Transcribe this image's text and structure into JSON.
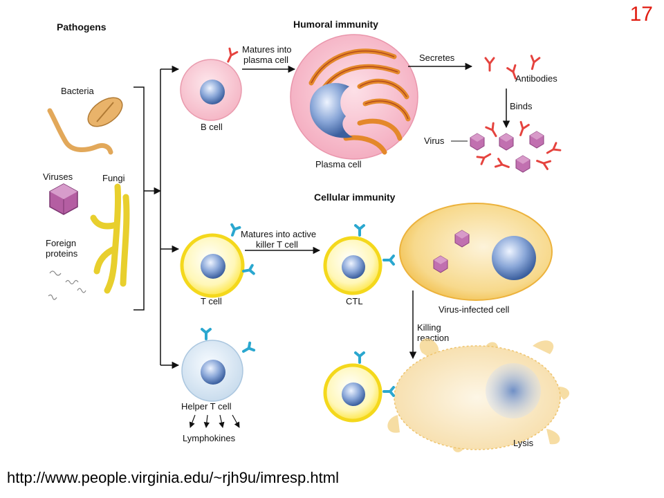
{
  "slide_number": "17",
  "source_url": "http://www.people.virginia.edu/~rjh9u/imresp.html",
  "colors": {
    "slide_number": "#e11d12",
    "b_cell_fill": "#f8c9d3",
    "t_cell_fill": "#fff27a",
    "t_cell_ring": "#f4d81c",
    "helper_fill": "#dbe9f4",
    "nucleus": "#6f8fc6",
    "receptor": "#2aa7cf",
    "er_fill": "#e4882a",
    "virus": "#c170b0",
    "antibody": "#e5433e",
    "infected_fill": "#f7cf70",
    "fungi": "#ecd43a"
  },
  "labels": {
    "pathogens": "Pathogens",
    "bacteria": "Bacteria",
    "viruses": "Viruses",
    "fungi": "Fungi",
    "foreign_proteins": [
      "Foreign",
      "proteins"
    ],
    "humoral_immunity": "Humoral immunity",
    "cellular_immunity": "Cellular immunity",
    "b_cell": "B cell",
    "matures_into_plasma": [
      "Matures into",
      "plasma cell"
    ],
    "plasma_cell": "Plasma cell",
    "secretes": "Secretes",
    "antibodies": "Antibodies",
    "binds": "Binds",
    "virus": "Virus",
    "t_cell": "T cell",
    "matures_into_killer": [
      "Matures into active",
      "killer T cell"
    ],
    "ctl": "CTL",
    "virus_infected_cell": "Virus-infected cell",
    "killing_reaction": [
      "Killing",
      "reaction"
    ],
    "helper_t_cell": "Helper T cell",
    "lymphokines": "Lymphokines",
    "lysis": "Lysis"
  }
}
